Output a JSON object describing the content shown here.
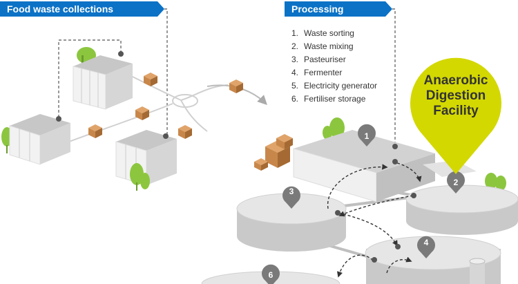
{
  "banners": {
    "collections": "Food waste collections",
    "processing": "Processing"
  },
  "steps": [
    {
      "num": "1.",
      "label": "Waste sorting"
    },
    {
      "num": "2.",
      "label": "Waste mixing"
    },
    {
      "num": "3.",
      "label": "Pasteuriser"
    },
    {
      "num": "4.",
      "label": "Fermenter"
    },
    {
      "num": "5.",
      "label": "Electricity generator"
    },
    {
      "num": "6.",
      "label": "Fertiliser storage"
    }
  ],
  "facility": {
    "line1": "Anaerobic",
    "line2": "Digestion",
    "line3": "Facility"
  },
  "pins": [
    "1",
    "2",
    "3",
    "4",
    "6"
  ],
  "colors": {
    "banner": "#0b72c6",
    "facility_pin": "#d3d800",
    "tree": "#8cc63f",
    "box": "#c8874a",
    "pin": "#7a7a7a"
  }
}
